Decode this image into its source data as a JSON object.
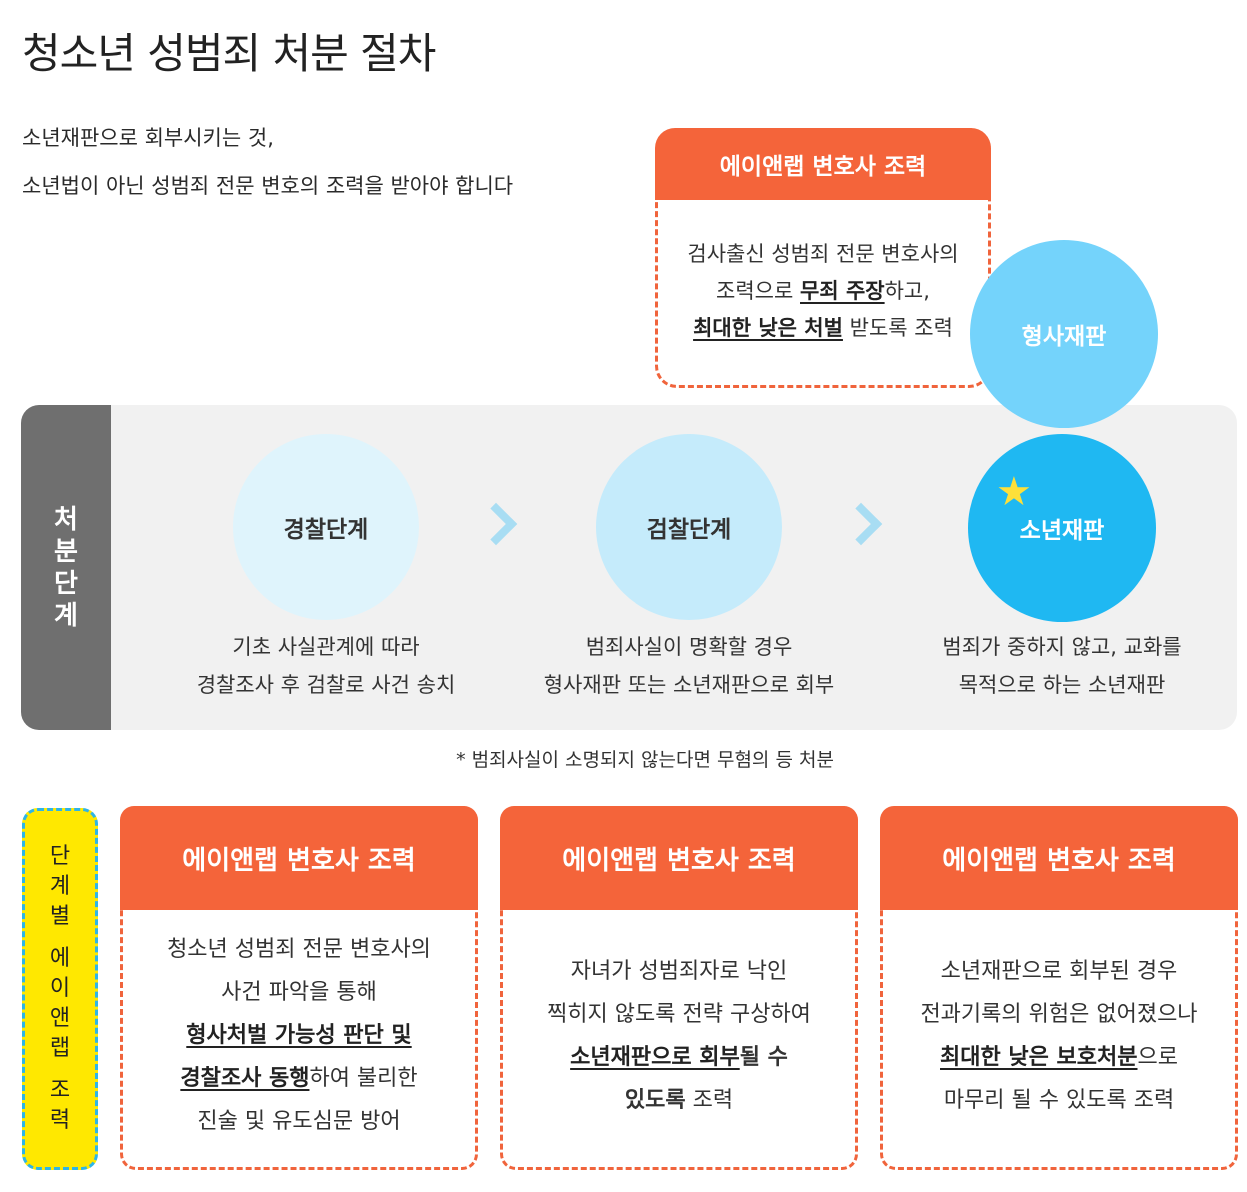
{
  "title": "청소년 성범죄 처분 절차",
  "intro": {
    "line1": "소년재판으로 회부시키는 것,",
    "line2": "소년법이 아닌 성범죄 전문 변호의 조력을 받아야 합니다"
  },
  "top_box": {
    "header": "에이앤랩 변호사 조력",
    "line1": "검사출신 성범죄 전문 변호사의",
    "line2_a": "조력으로 ",
    "line2_b": "무죄 주장",
    "line2_c": "하고,",
    "line3_a": "최대한 낮은 처벌",
    "line3_b": " 받도록 조력"
  },
  "band": {
    "label_chars": [
      "처",
      "분",
      "단",
      "계"
    ]
  },
  "stages": {
    "police": {
      "label": "경찰단계",
      "line1": "기초 사실관계에 따라",
      "line2": "경찰조사 후 검찰로 사건 송치"
    },
    "prosecution": {
      "label": "검찰단계",
      "line1": "범죄사실이 명확할 경우",
      "line2": "형사재판 또는 소년재판으로 회부"
    },
    "juvenile": {
      "label": "소년재판",
      "line1": "범죄가 중하지 않고, 교화를",
      "line2": "목적으로 하는 소년재판"
    },
    "criminal": {
      "label": "형사재판"
    }
  },
  "note": "* 범죄사실이 소명되지 않는다면 무혐의 등 처분",
  "side_label": {
    "group1": [
      "단",
      "계",
      "별"
    ],
    "group2": [
      "에",
      "이",
      "앤",
      "랩"
    ],
    "group3": [
      "조",
      "력"
    ]
  },
  "cards": [
    {
      "header": "에이앤랩 변호사 조력",
      "line1": "청소년 성범죄 전문 변호사의",
      "line2": "사건 파악을 통해",
      "line3": "형사처벌 가능성 판단 및",
      "line4_a": "경찰조사 동행",
      "line4_b": "하여 불리한",
      "line5": "진술 및 유도심문 방어"
    },
    {
      "header": "에이앤랩 변호사 조력",
      "line1": "자녀가 성범죄자로 낙인",
      "line2": "찍히지 않도록 전략 구상하여",
      "line3_a": "소년재판으로 회부",
      "line3_b": "될 수",
      "line4_a": "있도록",
      "line4_b": " 조력"
    },
    {
      "header": "에이앤랩 변호사 조력",
      "line1": "소년재판으로 회부된 경우",
      "line2": "전과기록의 위험은 없어졌으나",
      "line3_a": "최대한 낮은 보호처분",
      "line3_b": "으로",
      "line4": "마무리 될 수 있도록 조력"
    }
  ],
  "colors": {
    "accent_orange": "#f4643a",
    "band_gray": "#6f6f6f",
    "juvenile_blue": "#1fb8f2",
    "criminal_blue": "#74d3fb",
    "label_yellow": "#ffe800"
  },
  "icons": {
    "star": "star-icon",
    "chevron": "chevron-right-icon"
  }
}
